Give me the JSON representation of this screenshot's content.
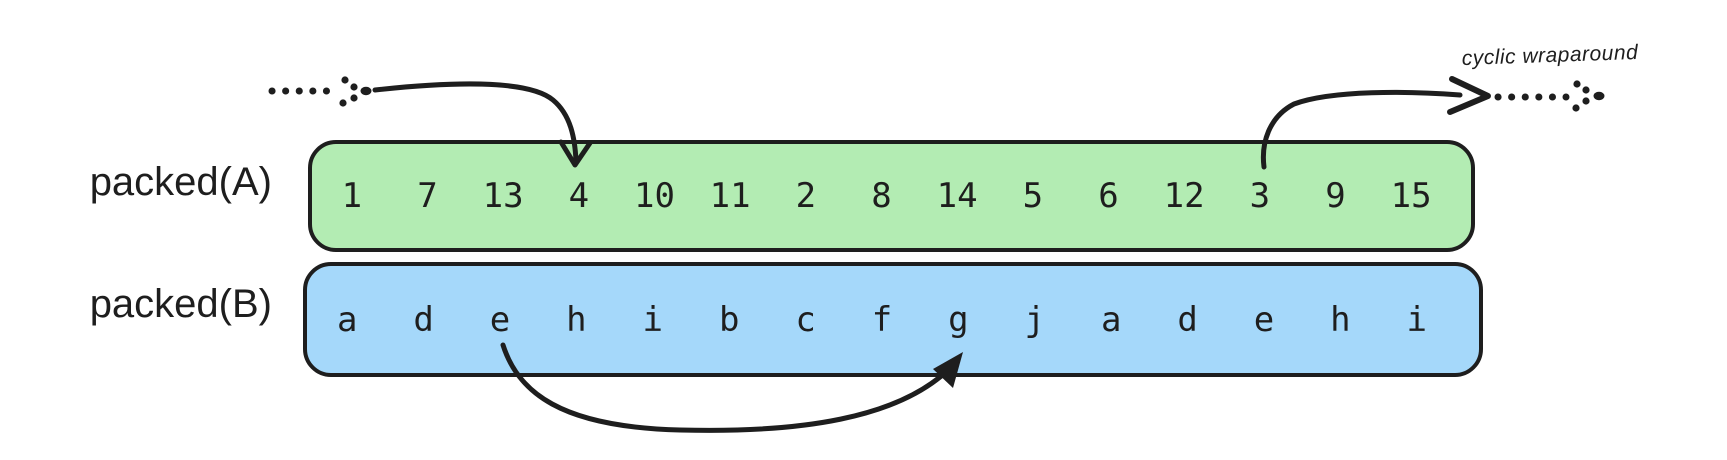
{
  "rows": [
    {
      "label": "packed(A)",
      "fill": "#b3ecb3",
      "cells": [
        "1",
        "7",
        "13",
        "4",
        "10",
        "11",
        "2",
        "8",
        "14",
        "5",
        "6",
        "12",
        "3",
        "9",
        "15"
      ]
    },
    {
      "label": "packed(B)",
      "fill": "#a5d8fa",
      "cells": [
        "a",
        "d",
        "e",
        "h",
        "i",
        "b",
        "c",
        "f",
        "g",
        "j",
        "a",
        "d",
        "e",
        "h",
        "i"
      ]
    }
  ],
  "annotations": {
    "cyclic_wraparound": "cyclic wraparound"
  },
  "icons": [
    "dotted-wrap-in-arrow",
    "arrow-into-cell-4",
    "arrow-out-of-cell-3",
    "dotted-wrap-out-arrow",
    "e-to-g-arrow"
  ],
  "colors": {
    "row_a_fill": "#b3ecb3",
    "row_b_fill": "#a5d8fa",
    "stroke": "#1e1e1e",
    "background": "#ffffff"
  }
}
